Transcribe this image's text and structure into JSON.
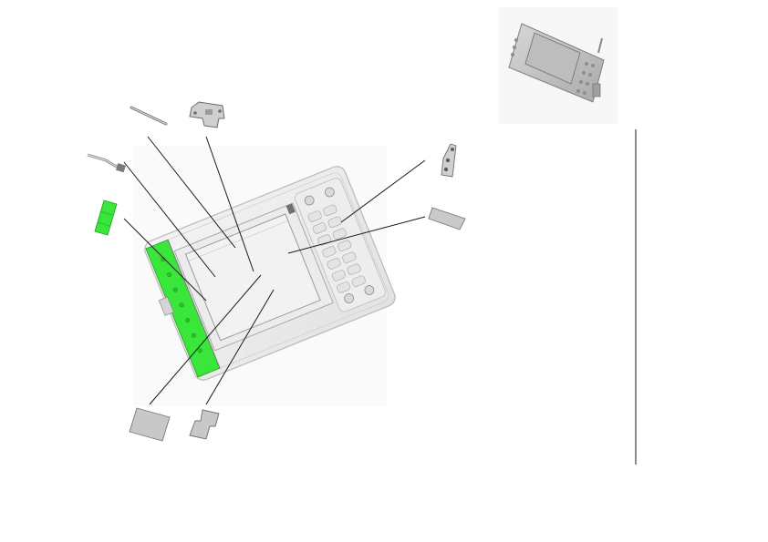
{
  "diagram": {
    "kind": "exploded-assembly",
    "subject": "handheld-device",
    "highlight_color": "#39e639",
    "line_color": "#1a1a1a",
    "part_fill": "#dcdcdc",
    "part_stroke": "#8c8c8c",
    "callouts": [
      {
        "part": "stylus"
      },
      {
        "part": "metal-bracket"
      },
      {
        "part": "flex-cable"
      },
      {
        "part": "green-side-board"
      },
      {
        "part": "key-contact-strip"
      },
      {
        "part": "foam-pad-right"
      },
      {
        "part": "shield-square"
      },
      {
        "part": "folded-tape"
      }
    ],
    "has_reference_thumbnail": true,
    "has_vertical_rule": true
  }
}
